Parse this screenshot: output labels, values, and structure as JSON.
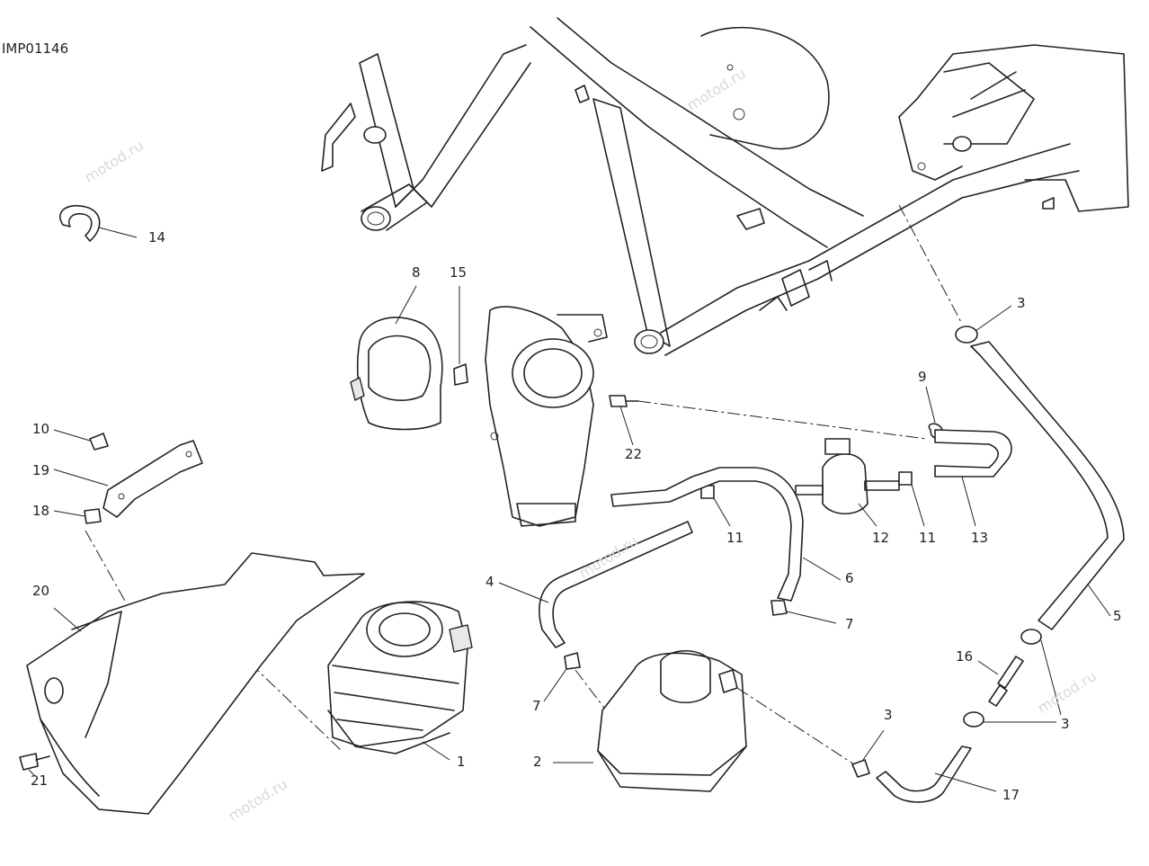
{
  "drawing_code": "IMP01146",
  "watermark_text": "motod.ru",
  "callouts": [
    "1",
    "2",
    "3",
    "3",
    "3",
    "3",
    "4",
    "5",
    "6",
    "7",
    "7",
    "7",
    "8",
    "9",
    "10",
    "11",
    "11",
    "12",
    "13",
    "14",
    "15",
    "16",
    "17",
    "18",
    "19",
    "20",
    "21",
    "22"
  ]
}
